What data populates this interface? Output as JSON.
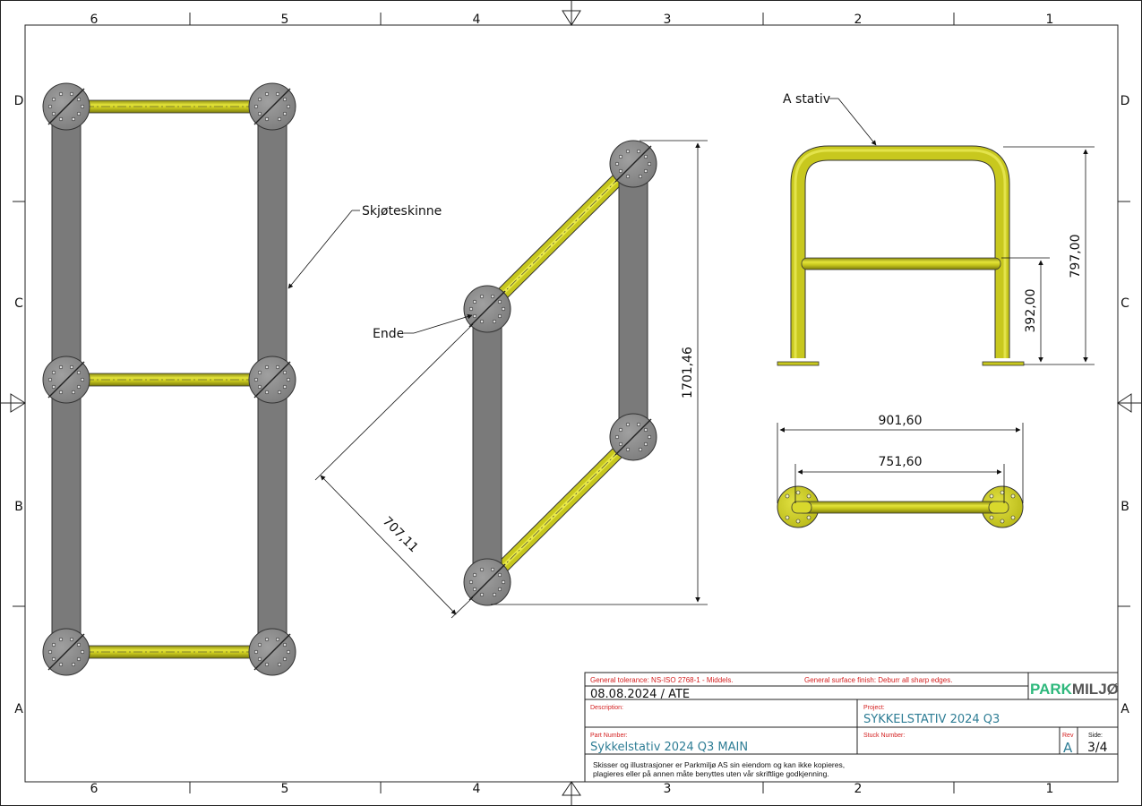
{
  "zones": {
    "columns": [
      "6",
      "5",
      "4",
      "3",
      "2",
      "1"
    ],
    "rows": [
      "D",
      "C",
      "B",
      "A"
    ]
  },
  "callouts": {
    "skjoteskinne": "Skjøteskinne",
    "ende": "Ende",
    "a_stativ": "A stativ"
  },
  "dimensions": {
    "diagonal": "707,11",
    "vertical_total": "1701,46",
    "height_total": "797,00",
    "crossbar_height": "392,00",
    "outer_width": "901,60",
    "inner_width": "751,60"
  },
  "title_block": {
    "general_tolerance": "General tolerance: NS-ISO 2768-1 - Middels.",
    "surface_finish": "General surface finish: Deburr all sharp edges.",
    "date_author": "08.08.2024 / ATE",
    "description_label": "Description:",
    "project_label": "Project:",
    "project_value": "SYKKELSTATIV 2024 Q3",
    "part_number_label": "Part Number:",
    "part_number_value": "Sykkelstativ 2024 Q3 MAIN",
    "stuck_number_label": "Stuck Number:",
    "rev_label": "Rev",
    "rev_value": "A",
    "side_label": "Side:",
    "side_value": "3/4",
    "note_line1": "Skisser og illustrasjoner er Parkmiljø AS sin eiendom og kan ikke kopieres,",
    "note_line2": "plagieres eller på annen måte benyttes uten vår skriftlige godkjenning.",
    "logo_part1": "PARK",
    "logo_part2": "MILJØ"
  },
  "colors": {
    "rail_gray": "#7a7a7a",
    "tube_yellow": "#c8c81e",
    "tube_dark": "#8a8a10",
    "line": "#111111",
    "red_text": "#d42020",
    "blue_text": "#2e7d95"
  }
}
